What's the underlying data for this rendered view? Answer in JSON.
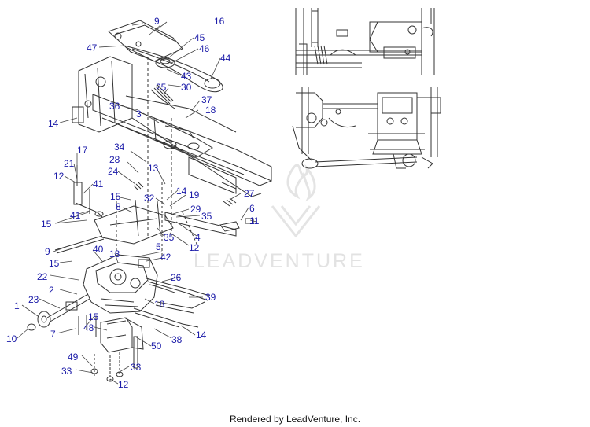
{
  "callouts": [
    "9",
    "16",
    "47",
    "45",
    "46",
    "44",
    "43",
    "30",
    "25",
    "37",
    "18",
    "36",
    "3",
    "14",
    "34",
    "17",
    "21",
    "28",
    "13",
    "24",
    "12",
    "41",
    "15",
    "8",
    "32",
    "14",
    "19",
    "27",
    "29",
    "35",
    "6",
    "11",
    "41",
    "15",
    "4",
    "35",
    "9",
    "12",
    "15",
    "40",
    "18",
    "5",
    "42",
    "22",
    "26",
    "2",
    "23",
    "1",
    "18",
    "39",
    "10",
    "7",
    "15",
    "48",
    "14",
    "38",
    "50",
    "49",
    "33",
    "33",
    "12"
  ],
  "watermark": {
    "brand": "LEADVENTURE"
  },
  "footer": {
    "credit": "Rendered by LeadVenture, Inc."
  }
}
